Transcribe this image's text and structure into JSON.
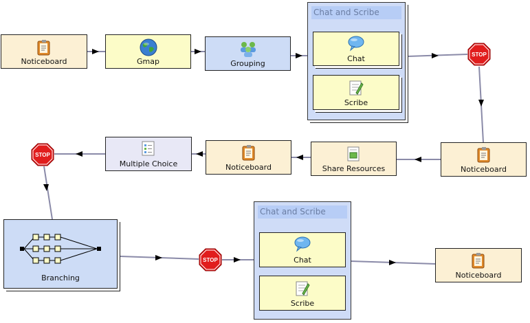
{
  "row1": {
    "noticeboard": "Noticeboard",
    "gmap": "Gmap",
    "grouping": "Grouping",
    "chat_scribe_title": "Chat and Scribe",
    "chat": "Chat",
    "scribe": "Scribe",
    "stop": "STOP"
  },
  "row2": {
    "noticeboard_right": "Noticeboard",
    "share_resources": "Share Resources",
    "noticeboard_mid": "Noticeboard",
    "multiple_choice": "Multiple Choice",
    "stop": "STOP"
  },
  "row3": {
    "branching": "Branching",
    "stop": "STOP",
    "chat_scribe_title": "Chat and Scribe",
    "chat": "Chat",
    "scribe": "Scribe",
    "noticeboard": "Noticeboard"
  },
  "colors": {
    "edge": "#8a8aa8",
    "stop_red": "#e11d1d",
    "noticeboard_fill": "#fcf0d4",
    "gmap_fill": "#fcfcc8",
    "grouping_fill": "#cddcf6"
  },
  "icons": {
    "noticeboard": "noticeboard-icon",
    "gmap": "globe-icon",
    "grouping": "grouping-icon",
    "chat": "chat-bubble-icon",
    "scribe": "scribe-icon",
    "multiple_choice": "multiple-choice-icon",
    "share_resources": "share-resources-icon",
    "branching": "branching-icon",
    "stop": "stop-sign-icon"
  }
}
